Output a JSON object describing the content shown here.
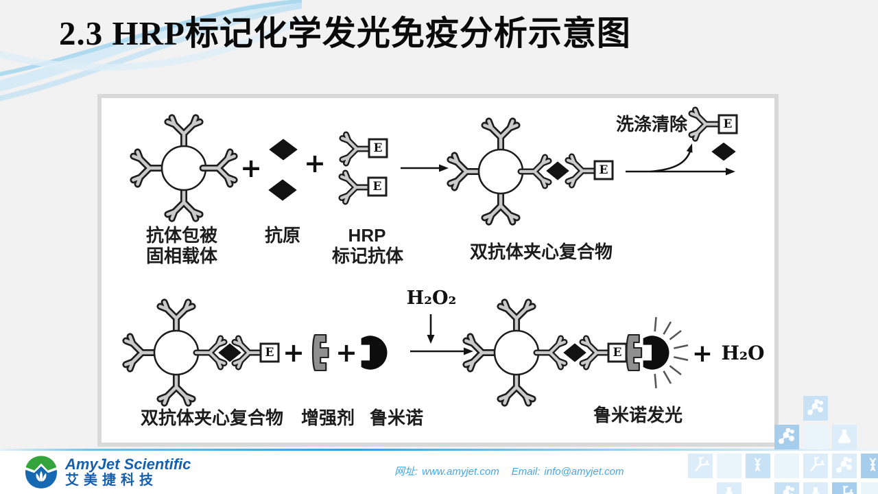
{
  "slide": {
    "title": "2.3 HRP标记化学发光免疫分析示意图"
  },
  "diagram": {
    "enzyme_label": "E",
    "plus": "+",
    "row1": {
      "carrier_label_line1": "抗体包被",
      "carrier_label_line2": "固相载体",
      "antigen_label": "抗原",
      "hrp_label_line1": "HRP",
      "hrp_label_line2": "标记抗体",
      "sandwich_label": "双抗体夹心复合物",
      "wash_label": "洗涤清除"
    },
    "row2": {
      "sandwich_label": "双抗体夹心复合物",
      "enhancer_label": "增强剂",
      "luminol_label": "鲁米诺",
      "h2o2": "H₂O₂",
      "product": "H₂O",
      "glow_label": "鲁米诺发光"
    }
  },
  "footer": {
    "company_en": "AmyJet Scientific",
    "company_zh": "艾美捷科技",
    "website_label": "网址:",
    "website": "www.amyjet.com",
    "email_label": "Email:",
    "email": "info@amyjet.com"
  },
  "colors": {
    "slide_bg": "#f2f2f3",
    "panel_border": "#d9d9d9",
    "logo_blue": "#155fad",
    "logo_green": "#36a43c",
    "link_blue": "#45a7e3",
    "divider_blue": "#2ea3e0",
    "tile_blue": "#c8e1f4",
    "diagram_ink": "#1c1c1c",
    "enhancer_gray": "#8f8f8f"
  },
  "decor": {
    "tiles": [
      {
        "r": 0,
        "c": 4,
        "shade": "mid",
        "icon": "molecule"
      },
      {
        "r": 1,
        "c": 3,
        "shade": "dark",
        "icon": "molecule"
      },
      {
        "r": 1,
        "c": 4,
        "shade": "plain",
        "icon": "none"
      },
      {
        "r": 1,
        "c": 5,
        "shade": "light",
        "icon": "flask"
      },
      {
        "r": 2,
        "c": 0,
        "shade": "light",
        "icon": "antibody"
      },
      {
        "r": 2,
        "c": 1,
        "shade": "plain",
        "icon": "none"
      },
      {
        "r": 2,
        "c": 2,
        "shade": "mid",
        "icon": "dna"
      },
      {
        "r": 2,
        "c": 3,
        "shade": "plain",
        "icon": "none"
      },
      {
        "r": 2,
        "c": 4,
        "shade": "light",
        "icon": "antibody"
      },
      {
        "r": 2,
        "c": 5,
        "shade": "light",
        "icon": "molecule"
      },
      {
        "r": 2,
        "c": 6,
        "shade": "dark",
        "icon": "dna"
      },
      {
        "r": 3,
        "c": 1,
        "shade": "light",
        "icon": "flask"
      },
      {
        "r": 3,
        "c": 3,
        "shade": "mid",
        "icon": "molecule"
      },
      {
        "r": 3,
        "c": 4,
        "shade": "light",
        "icon": "flask"
      },
      {
        "r": 3,
        "c": 5,
        "shade": "dark",
        "icon": "antibody"
      },
      {
        "r": 3,
        "c": 6,
        "shade": "plain",
        "icon": "none"
      }
    ]
  }
}
